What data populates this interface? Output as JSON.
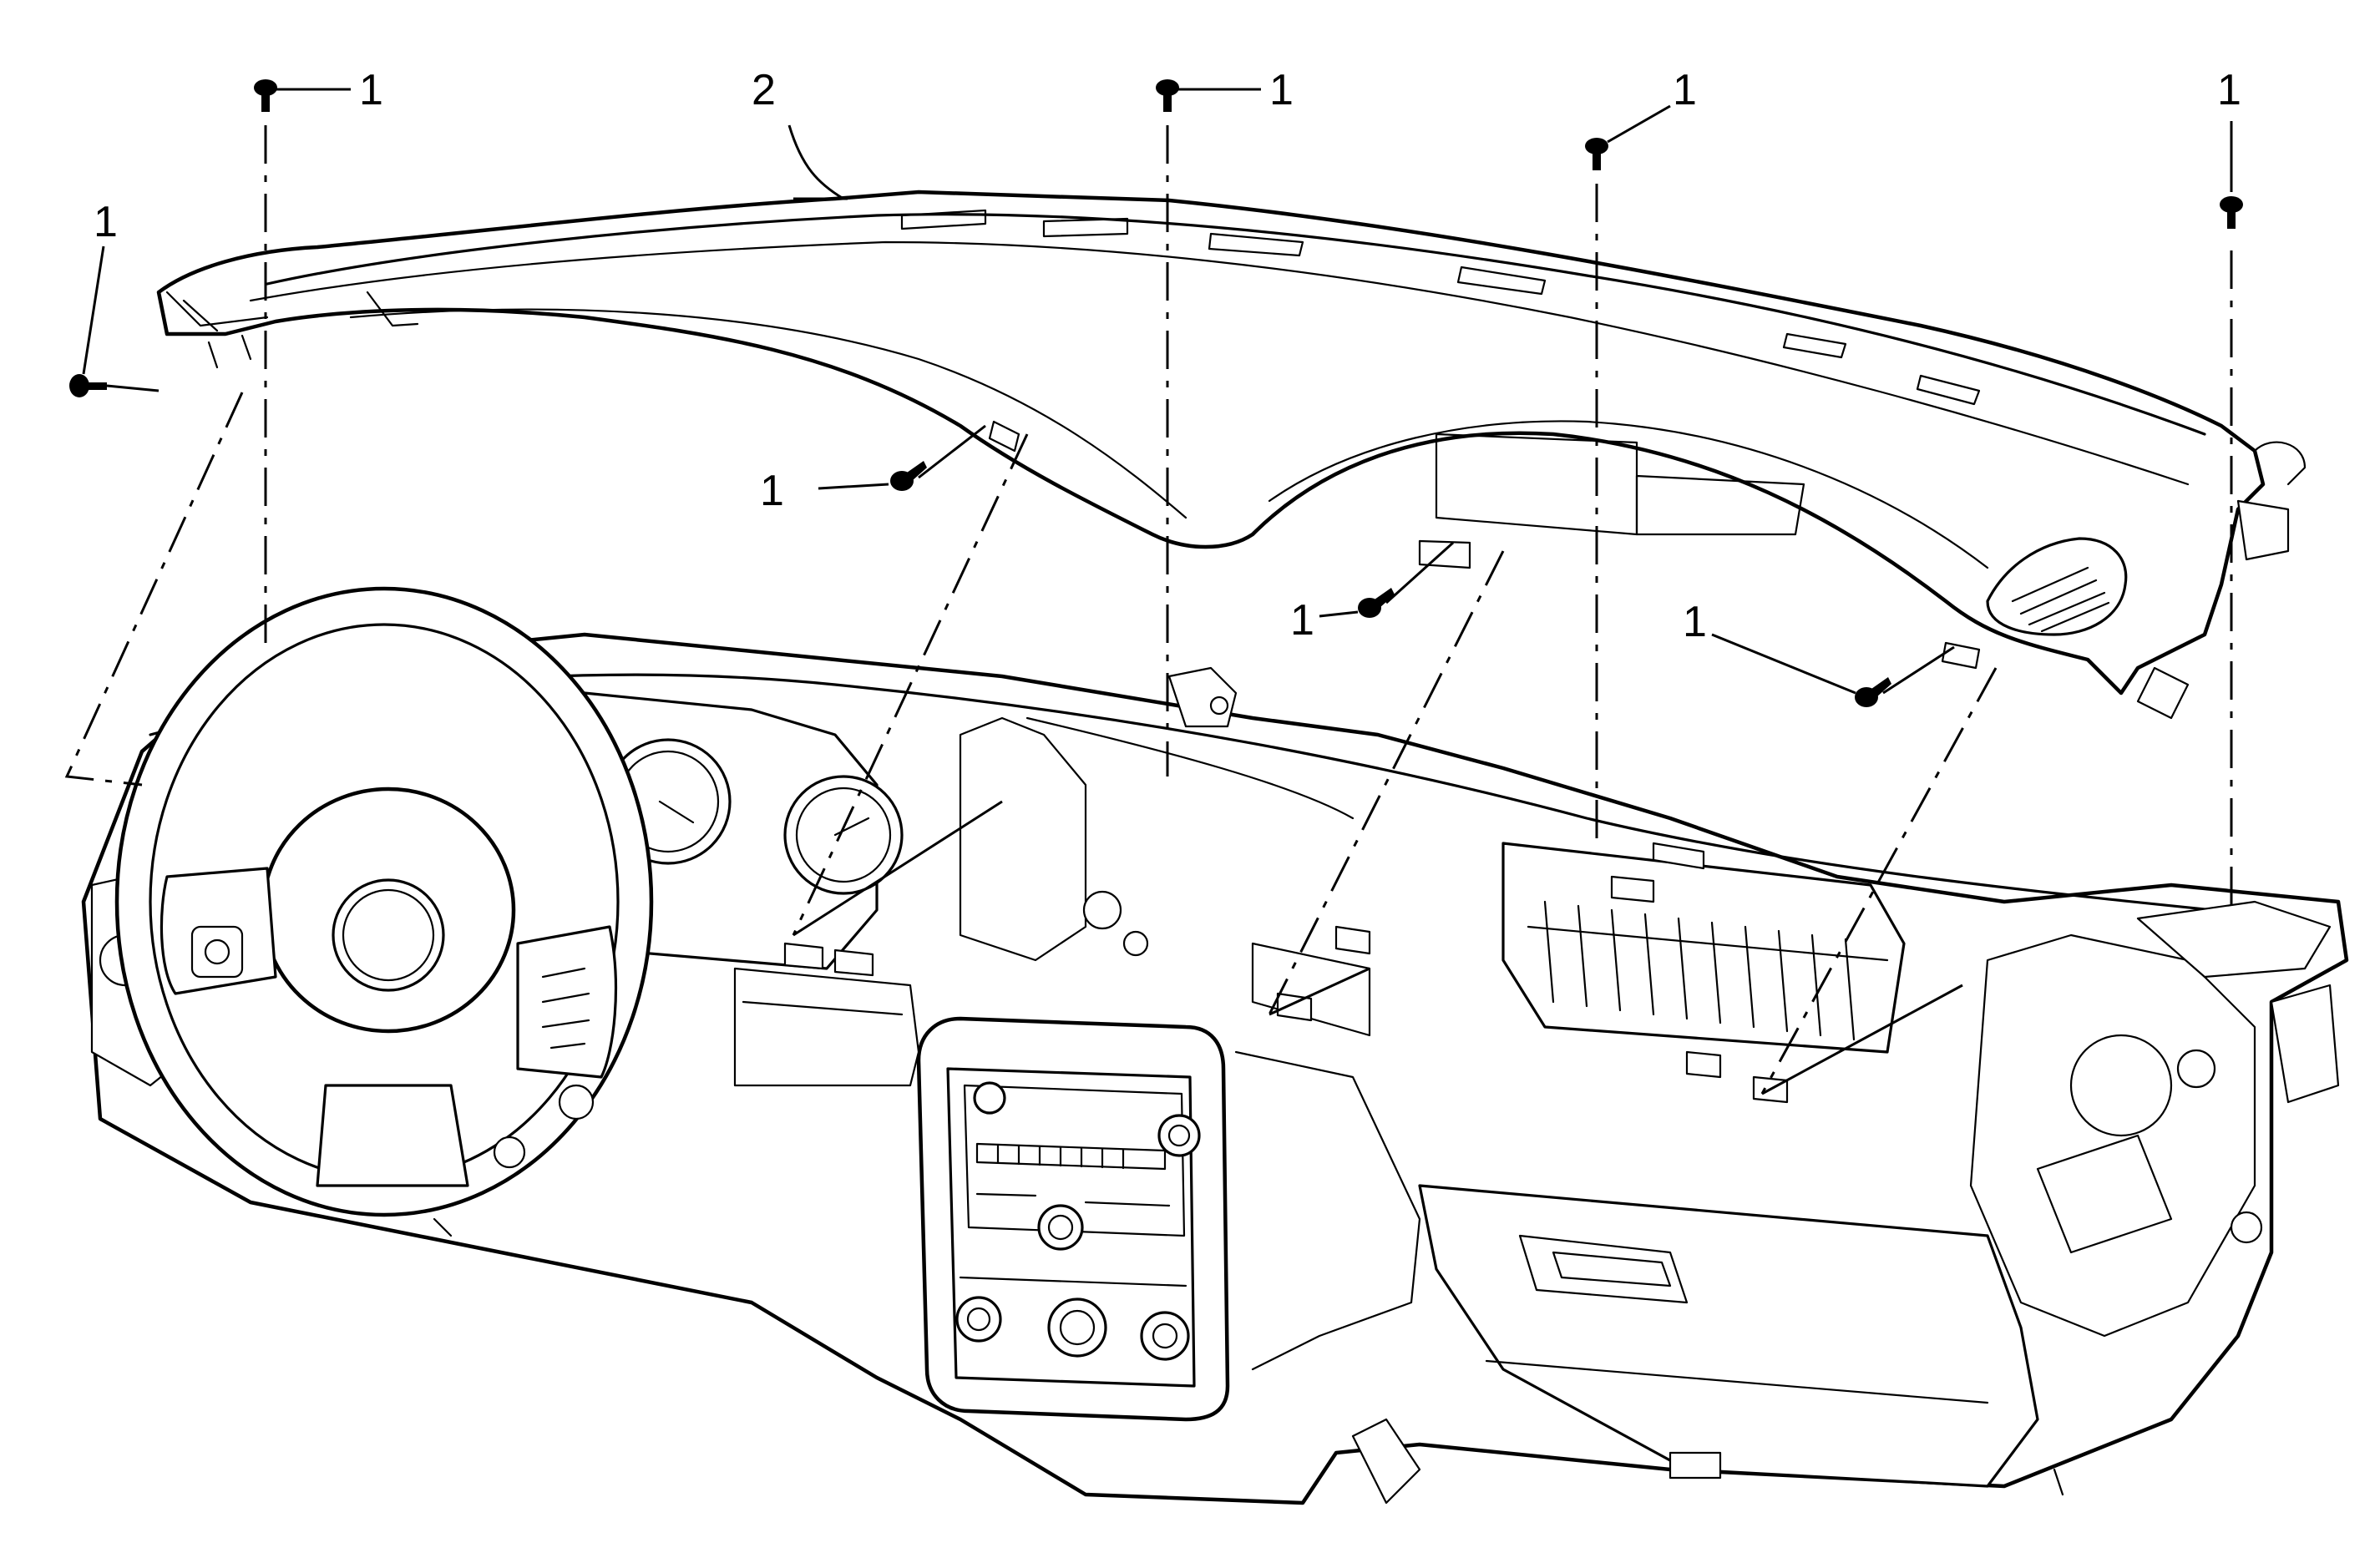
{
  "figure": {
    "callouts": [
      {
        "id": "fastener-top-left",
        "text": "1"
      },
      {
        "id": "upper-trim-panel",
        "text": "2"
      },
      {
        "id": "fastener-top-center",
        "text": "1"
      },
      {
        "id": "fastener-top-right",
        "text": "1"
      },
      {
        "id": "fastener-far-right",
        "text": "1"
      },
      {
        "id": "fastener-left-side",
        "text": "1"
      },
      {
        "id": "fastener-under-left",
        "text": "1"
      },
      {
        "id": "fastener-under-center",
        "text": "1"
      },
      {
        "id": "fastener-under-right",
        "text": "1"
      }
    ]
  }
}
